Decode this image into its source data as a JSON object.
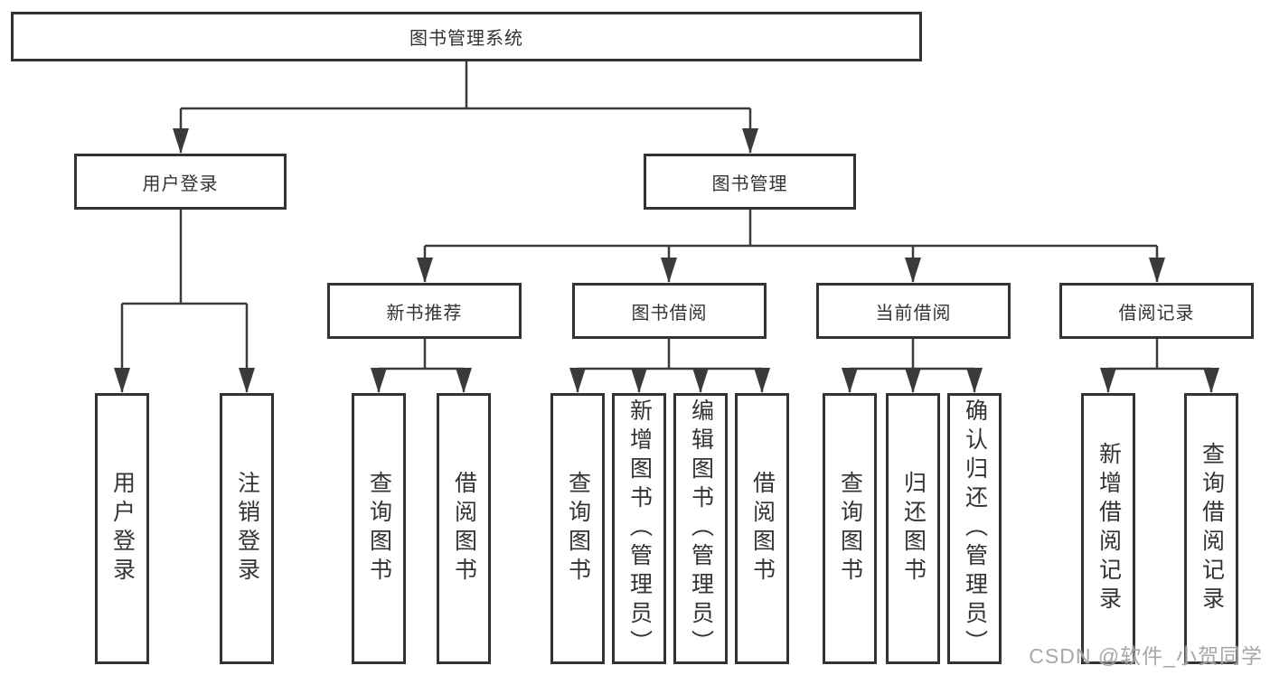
{
  "diagram": {
    "root": "图书管理系统",
    "level2": [
      "用户登录",
      "图书管理"
    ],
    "level3": [
      "新书推荐",
      "图书借阅",
      "当前借阅",
      "借阅记录"
    ],
    "leaves_user": [
      "用户登录",
      "注销登录"
    ],
    "leaves_recommend": [
      "查询图书",
      "借阅图书"
    ],
    "leaves_borrow": [
      "查询图书",
      "新增图书（管理员）",
      "编辑图书（管理员）",
      "借阅图书"
    ],
    "leaves_current": [
      "查询图书",
      "归还图书",
      "确认归还（管理员）"
    ],
    "leaves_record": [
      "新增借阅记录",
      "查询借阅记录"
    ]
  },
  "watermark": "CSDN @软件_小贺同学",
  "colors": {
    "line": "#3a3a3a",
    "border": "#333333",
    "text": "#333333",
    "watermark": "#989898",
    "background": "#ffffff"
  }
}
